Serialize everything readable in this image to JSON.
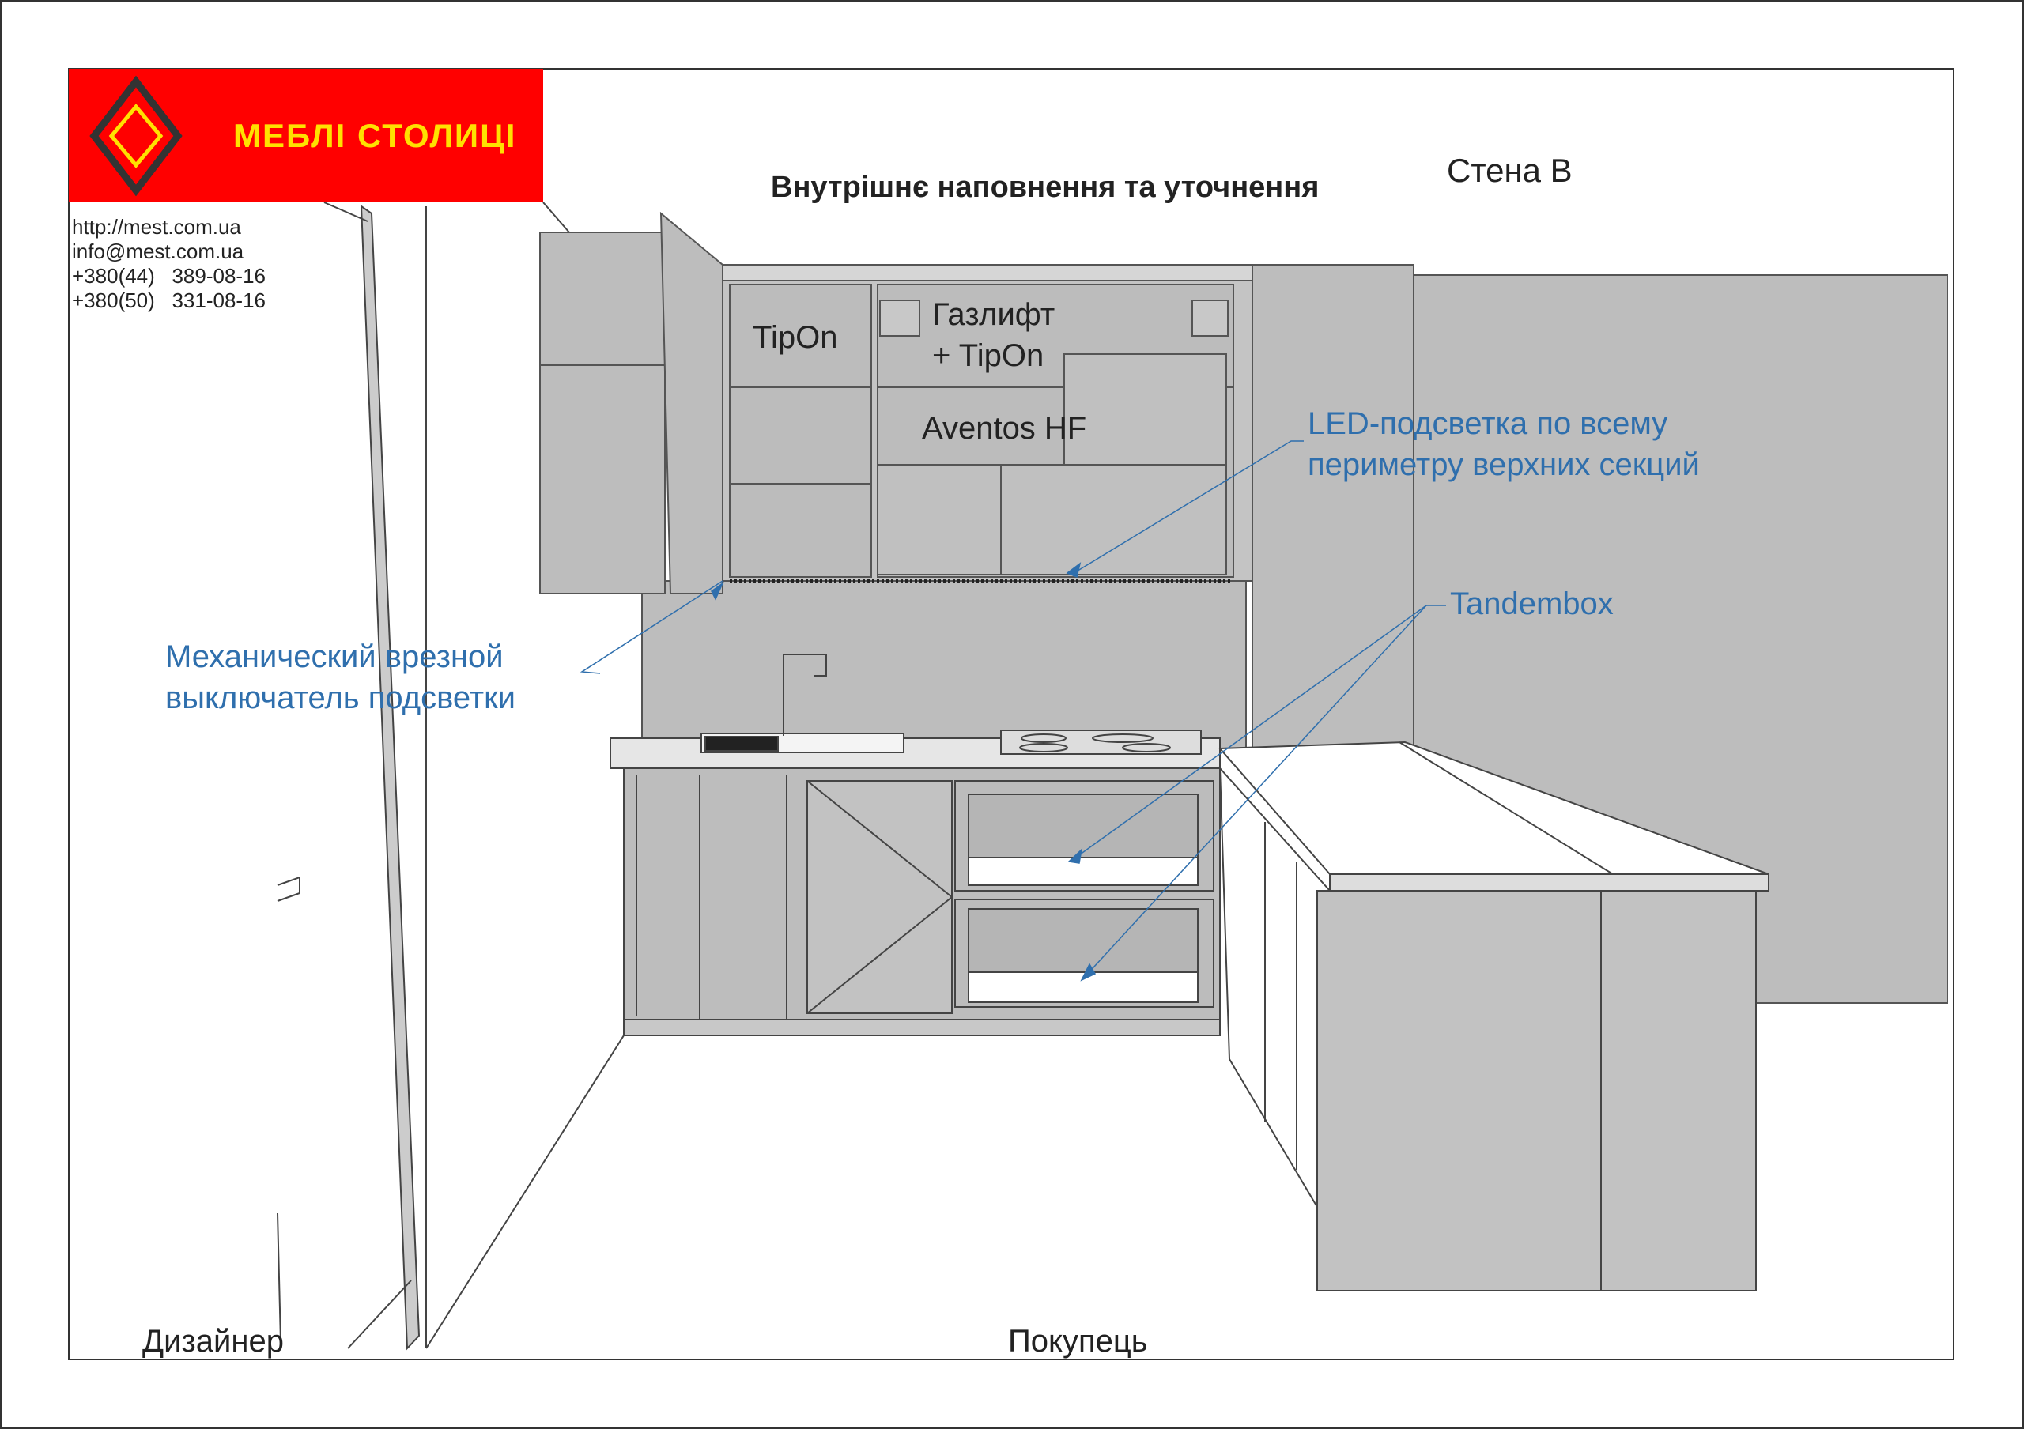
{
  "header": {
    "brand": "МЕБЛІ СТОЛИЦІ",
    "title": "Внутрішнє наповнення та уточнення",
    "wall": "Стена В",
    "brand_color": "#ff0000",
    "brand_text_color": "#ffe100"
  },
  "contacts": [
    "http://mest.com.ua",
    "info@mest.com.ua",
    "+380(44)   389-08-16",
    "+380(50)   331-08-16"
  ],
  "cabinet_labels": {
    "tipon": "TipOn",
    "gaslift_1": "Газлифт",
    "gaslift_2": "+ TipOn",
    "aventos": "Aventos HF"
  },
  "annotations": {
    "led_1": "LED-подсветка по всему",
    "led_2": "периметру верхних секций",
    "tandembox": "Tandembox",
    "switch_1": "Механический врезной",
    "switch_2": "выключатель подсветки",
    "color": "#2f6fad"
  },
  "footer": {
    "designer": "Дизайнер",
    "buyer": "Покупець"
  }
}
